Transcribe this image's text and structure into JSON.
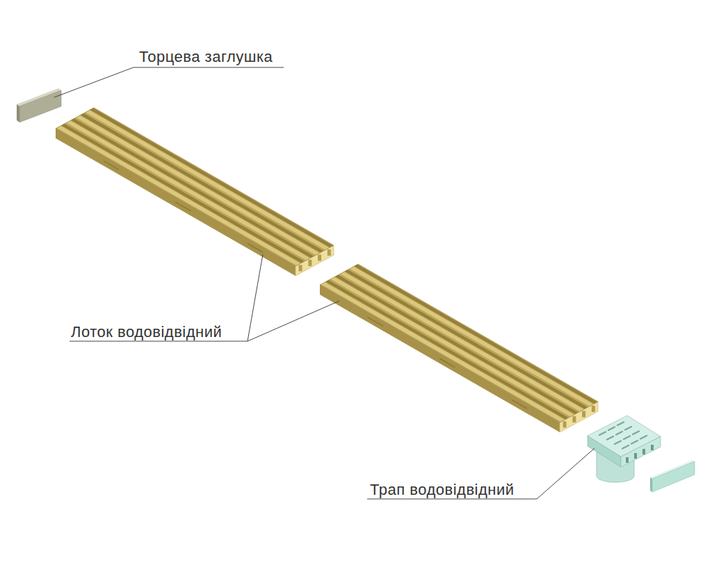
{
  "diagram": {
    "labels": [
      "Торцева заглушка",
      "Лоток водовідвідний",
      "Трап водовідвідний"
    ]
  }
}
